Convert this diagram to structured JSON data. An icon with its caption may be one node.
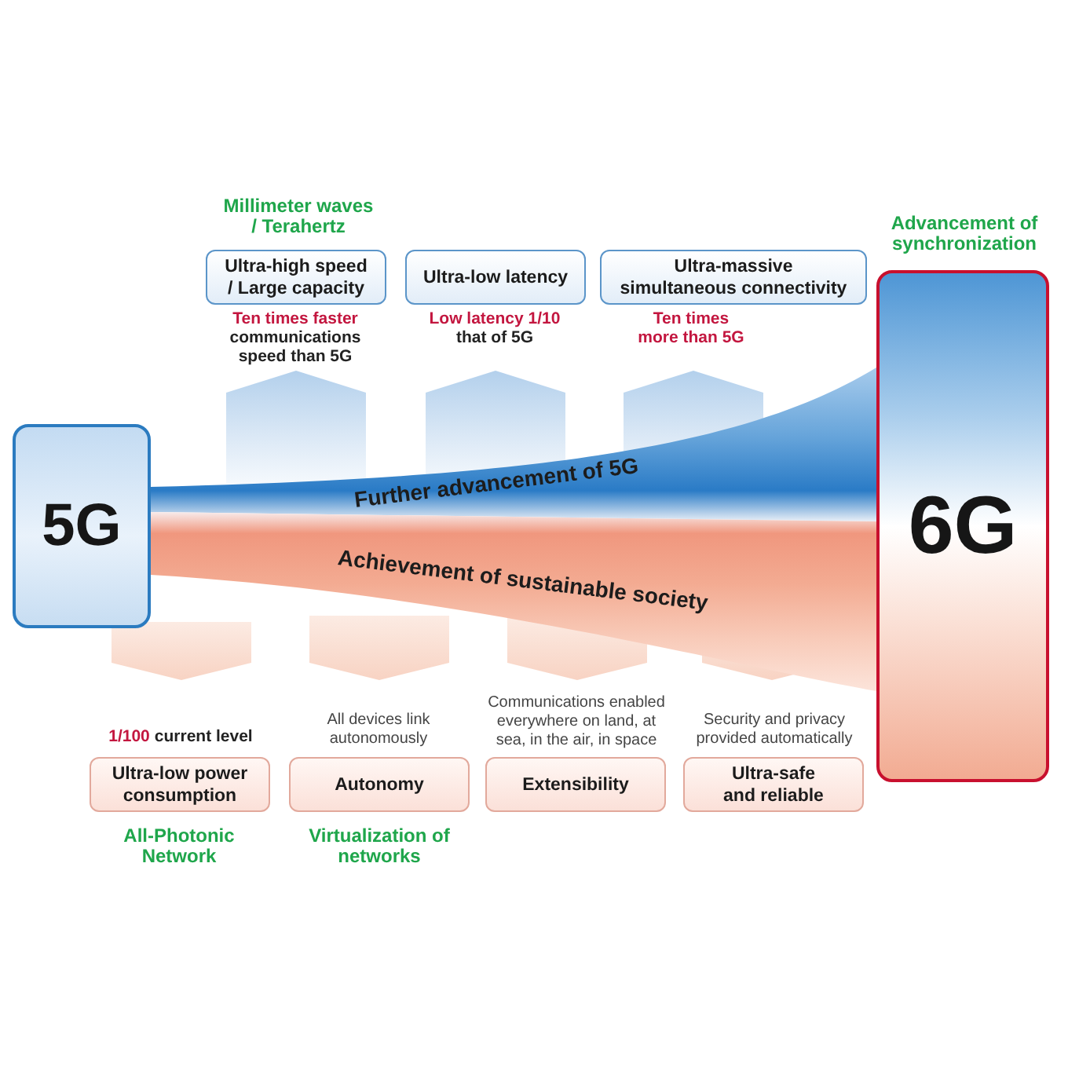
{
  "diagram": {
    "nodes": [
      {
        "text": [
          "Ultra-high speed / Large capacity"
        ],
        "beside": [
          "Millimeter waves / Terahertz",
          "Ten times faster",
          "communications speed than 5G"
        ]
      },
      {
        "text": [
          "Ultra-low latency"
        ],
        "beside": [
          "Low latency 1/10",
          "that of 5G"
        ]
      },
      {
        "text": [
          "Ultra-massive simultaneous connectivity"
        ],
        "beside": [
          "Ten times more than 5G"
        ]
      },
      {
        "text": [
          "6G"
        ],
        "beside": [
          "Advancement of synchronization"
        ]
      },
      {
        "text": [
          "5G"
        ]
      },
      {
        "text": [
          "Further advancement of 5G"
        ]
      },
      {
        "text": [
          "Achievement of sustainable society"
        ]
      },
      {
        "text": [
          "Ultra-low power consumption"
        ],
        "beside": [
          "1/100",
          "current level",
          "All-Photonic Network"
        ]
      },
      {
        "text": [
          "Autonomy"
        ],
        "beside": [
          "All devices link autonomously",
          "Virtualization of networks"
        ]
      },
      {
        "text": [
          "Extensibility"
        ],
        "beside": [
          "Communications enabled everywhere on land, at sea, in the air, in space"
        ]
      },
      {
        "text": [
          "Ultra-safe and reliable"
        ],
        "beside": [
          "Security and privacy provided automatically"
        ]
      }
    ]
  }
}
